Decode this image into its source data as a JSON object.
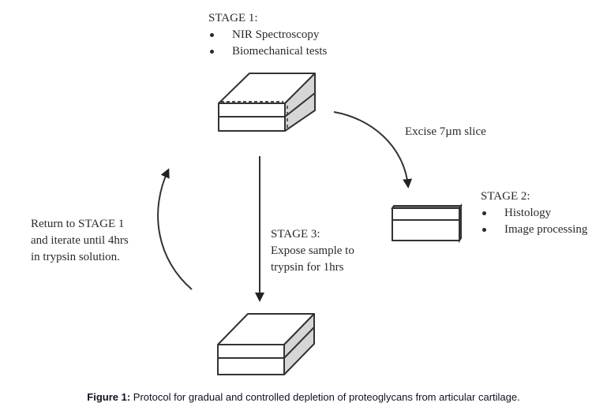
{
  "figure": {
    "stage1": {
      "title": "STAGE 1:",
      "items": [
        "NIR Spectroscopy",
        "Biomechanical tests"
      ]
    },
    "excise": {
      "text": "Excise 7µm slice"
    },
    "stage2": {
      "title": "STAGE 2:",
      "items": [
        "Histology",
        "Image processing"
      ]
    },
    "stage3": {
      "title": "STAGE 3:",
      "lines": [
        "Expose sample to",
        "trypsin for 1hrs"
      ]
    },
    "return": {
      "lines": [
        "Return to STAGE 1",
        "and iterate until 4hrs",
        "in trypsin solution."
      ]
    },
    "colors": {
      "stroke": "#333333",
      "side_face": "#d6d6d6",
      "text": "#2a2a2a"
    }
  },
  "caption": {
    "label": "Figure 1:",
    "text": " Protocol for gradual and controlled depletion of proteoglycans from articular cartilage."
  }
}
